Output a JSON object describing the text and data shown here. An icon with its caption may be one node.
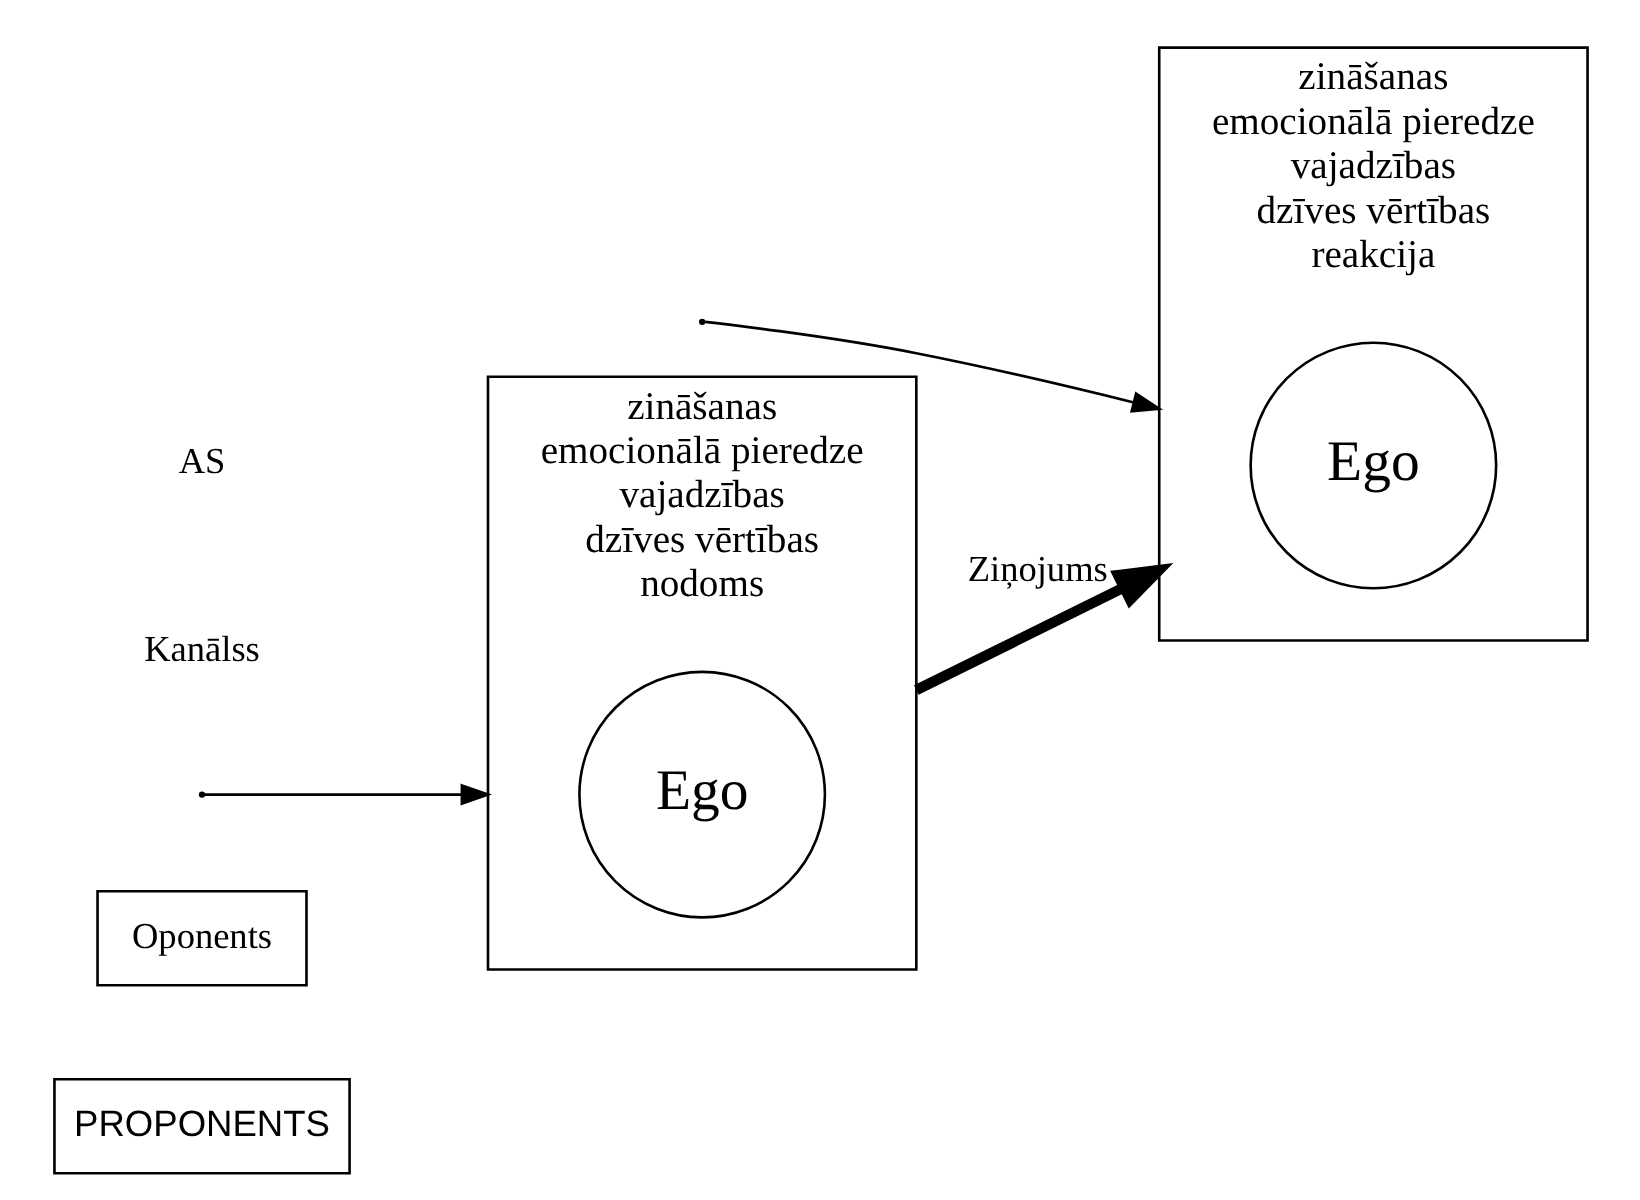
{
  "diagram": {
    "nodes": [
      {
        "text": [
          "PROPONENTS"
        ]
      },
      {
        "text": [
          "Oponents"
        ]
      },
      {
        "text": [
          "zināšanas",
          "emocionālā pieredze",
          "vajadzības",
          "dzīves vērtības",
          "nodoms"
        ]
      },
      {
        "text": [
          "Ego"
        ],
        "in": 2
      },
      {
        "text": [
          "zināšanas",
          "emocionālā pieredze",
          "vajadzības",
          "dzīves vērtības",
          "reakcija"
        ]
      },
      {
        "text": [
          "Ego"
        ],
        "in": 4
      }
    ],
    "edges": [
      {
        "from": 2,
        "to": 4,
        "arrow": "to",
        "label": "Ziņojums",
        "style": "thick"
      },
      {
        "from": null,
        "to": 2,
        "arrow": "to"
      },
      {
        "from": null,
        "to": 4,
        "arrow": "to"
      }
    ],
    "labels": [
      "Kanālss",
      "AS"
    ]
  }
}
